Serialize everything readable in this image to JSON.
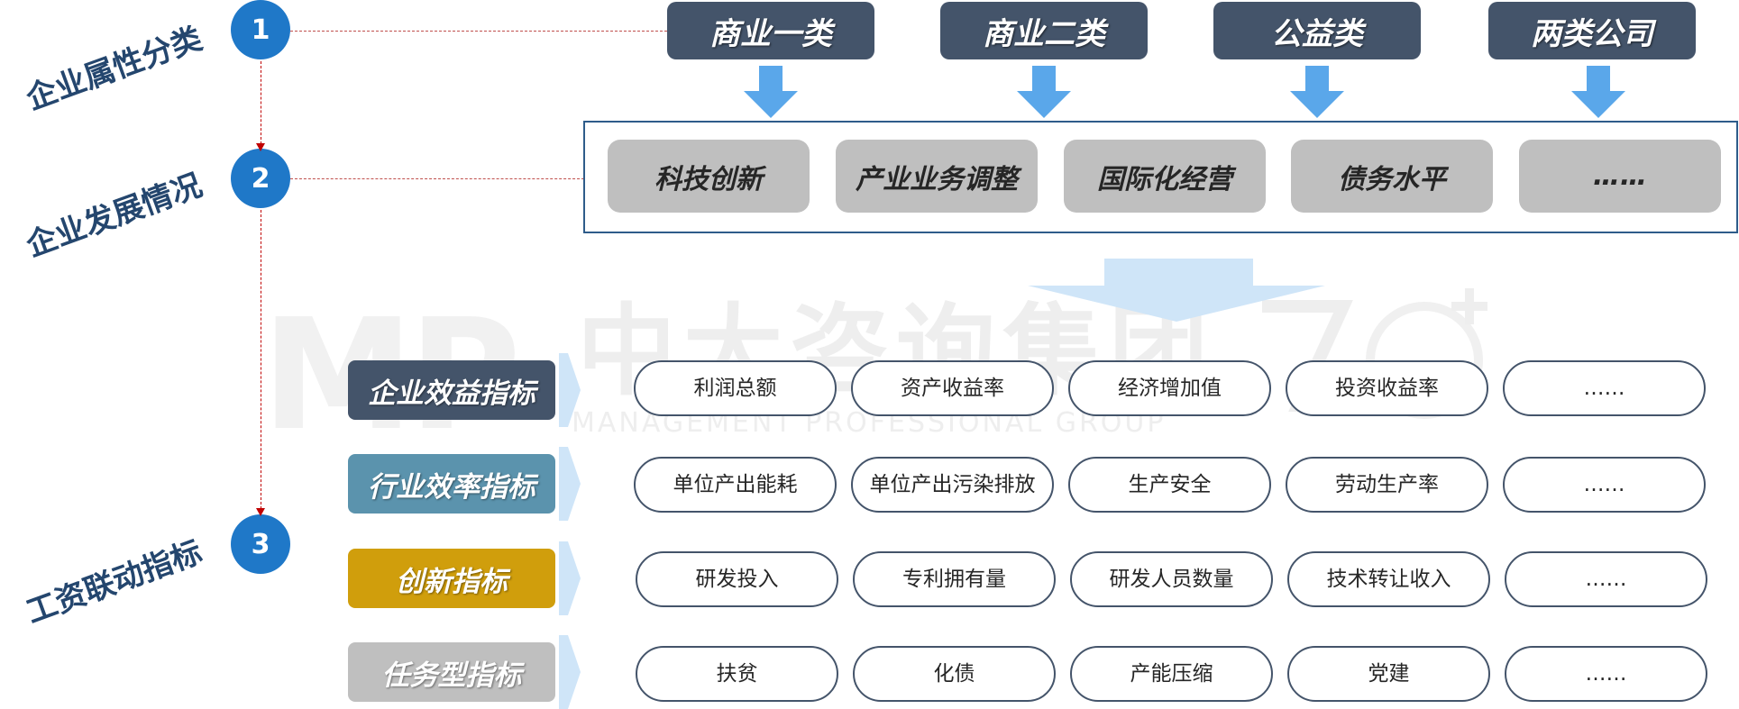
{
  "steps": [
    {
      "number": "1",
      "label": "企业属性分类"
    },
    {
      "number": "2",
      "label": "企业发展情况"
    },
    {
      "number": "3",
      "label": "工资联动指标"
    }
  ],
  "categories": [
    "商业一类",
    "商业二类",
    "公益类",
    "两类公司"
  ],
  "development_factors": [
    "科技创新",
    "产业业务调整",
    "国际化经营",
    "债务水平",
    "……"
  ],
  "indicator_groups": [
    {
      "name": "企业效益指标",
      "color": "#44546a",
      "items": [
        "利润总额",
        "资产收益率",
        "经济增加值",
        "投资收益率",
        "……"
      ]
    },
    {
      "name": "行业效率指标",
      "color": "#5b93ad",
      "items": [
        "单位产出能耗",
        "单位产出污染排放",
        "生产安全",
        "劳动生产率",
        "……"
      ]
    },
    {
      "name": "创新指标",
      "color": "#d09e0c",
      "items": [
        "研发投入",
        "专利拥有量",
        "研发人员数量",
        "技术转让收入",
        "……"
      ]
    },
    {
      "name": "任务型指标",
      "color": "#bfbfbf",
      "items": [
        "扶贫",
        "化债",
        "产能压缩",
        "党建",
        "……"
      ]
    }
  ],
  "watermark": {
    "logo": "MP",
    "name_cn": "中大咨询集团",
    "name_en": "MANAGEMENT PROFESSIONAL GROUP"
  },
  "colors": {
    "step_circle": "#1f78c8",
    "arrow_blue": "#5aa7ea",
    "category_box": "#44546a",
    "dev_box": "#bfbfbf",
    "dash_line": "#c00000"
  }
}
